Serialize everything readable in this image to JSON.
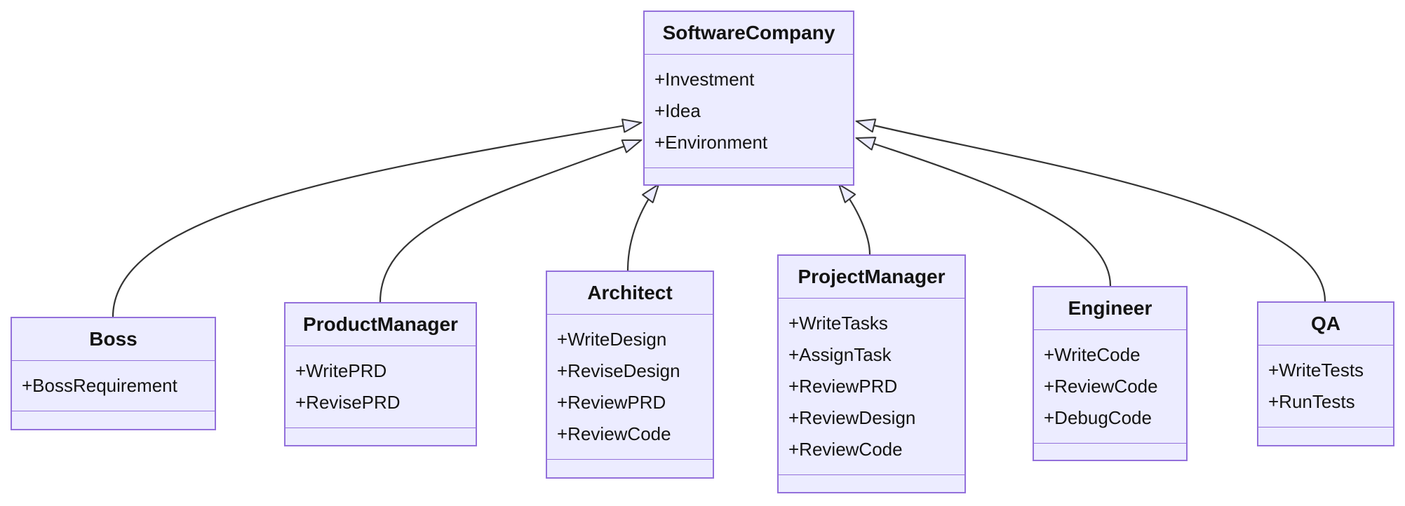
{
  "diagram": {
    "kind": "uml-class-diagram",
    "classes": [
      {
        "id": "software-company",
        "name": "SoftwareCompany",
        "attributes": [
          "+Investment",
          "+Idea",
          "+Environment"
        ],
        "methods": []
      },
      {
        "id": "boss",
        "name": "Boss",
        "attributes": [
          "+BossRequirement"
        ],
        "methods": []
      },
      {
        "id": "product-manager",
        "name": "ProductManager",
        "attributes": [
          "+WritePRD",
          "+RevisePRD"
        ],
        "methods": []
      },
      {
        "id": "architect",
        "name": "Architect",
        "attributes": [
          "+WriteDesign",
          "+ReviseDesign",
          "+ReviewPRD",
          "+ReviewCode"
        ],
        "methods": []
      },
      {
        "id": "project-manager",
        "name": "ProjectManager",
        "attributes": [
          "+WriteTasks",
          "+AssignTask",
          "+ReviewPRD",
          "+ReviewDesign",
          "+ReviewCode"
        ],
        "methods": []
      },
      {
        "id": "engineer",
        "name": "Engineer",
        "attributes": [
          "+WriteCode",
          "+ReviewCode",
          "+DebugCode"
        ],
        "methods": []
      },
      {
        "id": "qa",
        "name": "QA",
        "attributes": [
          "+WriteTests",
          "+RunTests"
        ],
        "methods": []
      }
    ],
    "relations": [
      {
        "from": "Boss",
        "to": "SoftwareCompany",
        "type": "inheritance"
      },
      {
        "from": "ProductManager",
        "to": "SoftwareCompany",
        "type": "inheritance"
      },
      {
        "from": "Architect",
        "to": "SoftwareCompany",
        "type": "inheritance"
      },
      {
        "from": "ProjectManager",
        "to": "SoftwareCompany",
        "type": "inheritance"
      },
      {
        "from": "Engineer",
        "to": "SoftwareCompany",
        "type": "inheritance"
      },
      {
        "from": "QA",
        "to": "SoftwareCompany",
        "type": "inheritance"
      }
    ],
    "colors": {
      "box_fill": "#ECECFF",
      "box_border": "#9370DB",
      "edge_stroke": "#333333",
      "text": "#131313",
      "background": "#FFFFFF"
    }
  }
}
